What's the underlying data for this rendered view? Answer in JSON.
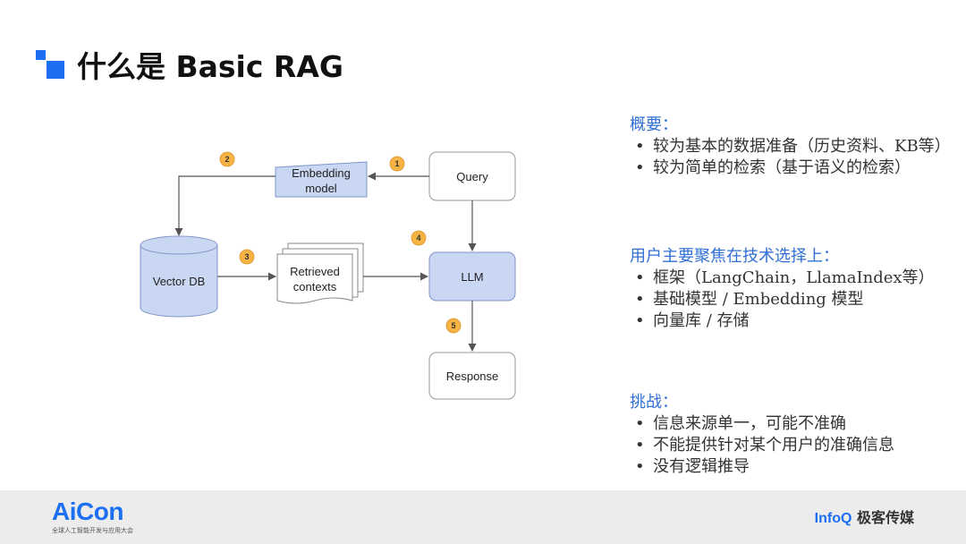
{
  "header": {
    "title": "什么是 Basic RAG"
  },
  "diagram": {
    "nodes": {
      "query": "Query",
      "embedding_line1": "Embedding",
      "embedding_line2": "model",
      "vector_db": "Vector DB",
      "retrieved_line1": "Retrieved",
      "retrieved_line2": "contexts",
      "llm": "LLM",
      "response": "Response"
    },
    "steps": [
      "1",
      "2",
      "3",
      "4",
      "5"
    ],
    "colors": {
      "node_fill": "#c9d7f2",
      "node_stroke": "#7f95c8",
      "step_fill": "#f7b444",
      "arrow": "#555555"
    }
  },
  "notes": {
    "sections": [
      {
        "heading": "概要：",
        "items": [
          "较为基本的数据准备（历史资料、KB等）",
          "较为简单的检索（基于语义的检索）"
        ]
      },
      {
        "heading": "用户主要聚焦在技术选择上：",
        "items": [
          "框架（LangChain，LlamaIndex等）",
          "基础模型 / Embedding 模型",
          "向量库 / 存储"
        ]
      },
      {
        "heading": "挑战：",
        "items": [
          "信息来源单一，可能不准确",
          "不能提供针对某个用户的准确信息",
          "没有逻辑推导"
        ]
      }
    ]
  },
  "footer": {
    "left_logo": "AiCon",
    "left_subtitle": "全球人工智能开发与应用大会",
    "right_logo_brand": "InfoQ",
    "right_logo_text": "极客传媒"
  }
}
